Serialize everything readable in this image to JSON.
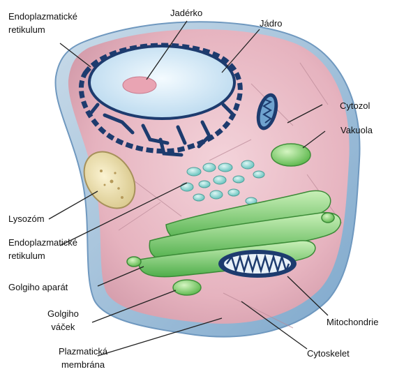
{
  "diagram": {
    "labels": {
      "er_top": {
        "line1": "Endoplazmatické",
        "line2": "retikulum"
      },
      "nucleolus": "Jadérko",
      "nucleus": "Jádro",
      "cytosol": "Cytozol",
      "vacuole": "Vakuola",
      "lysosome": "Lysozóm",
      "er_bottom": {
        "line1": "Endoplazmatické",
        "line2": "retikulum"
      },
      "golgi_apparatus": "Golgiho aparát",
      "golgi_vesicle": {
        "line1": "Golgiho",
        "line2": "váček"
      },
      "plasma_membrane": {
        "line1": "Plazmatická",
        "line2": "membrána"
      },
      "mitochondria": "Mitochondrie",
      "cytoskeleton": "Cytoskelet"
    },
    "colors": {
      "cytoplasm": "#e8b9c4",
      "membrane_blue": "#a7c8e0",
      "nucleus_fill": "#dcecf6",
      "er_dark": "#1d3b6e",
      "golgi_green": "#7fcd72",
      "vacuole_green": "#8fd46f",
      "vesicle_teal": "#8fd8d4",
      "lysosome_fill": "#efe3b0",
      "nucleolus_fill": "#e9a4b3",
      "pointer": "#222222"
    }
  }
}
